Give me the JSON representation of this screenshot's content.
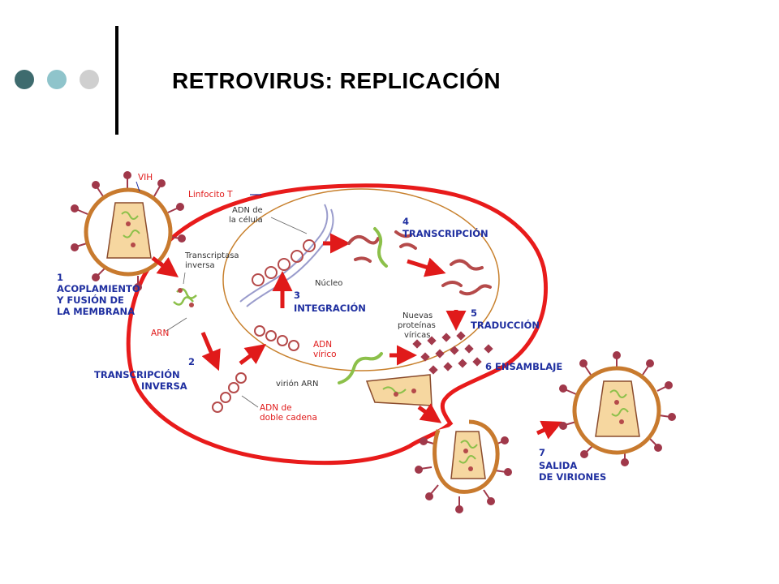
{
  "header": {
    "title": "RETROVIRUS: REPLICACIÓN",
    "dot_colors": [
      "#3e6b6e",
      "#8fc4cb",
      "#cfcfcf"
    ]
  },
  "colors": {
    "cell_membrane": "#e81b1b",
    "nucleus": "#c8812e",
    "virus_envelope": "#c87a2e",
    "virus_spike": "#a0384a",
    "capsid_fill": "#f6d7a0",
    "capsid_stroke": "#8a4b2c",
    "rna": "#8cc04a",
    "dna_host": "#9a9ccc",
    "dna_viral": "#b54a4a",
    "arrow": "#e01a1a",
    "step_label": "#1f2fa0",
    "protein": "#a23a4c"
  },
  "diagram": {
    "labels": {
      "vih": "VIH",
      "linfocito": "Linfocito T",
      "adn_celula_1": "ADN de",
      "adn_celula_2": "la célula",
      "transcriptasa_1": "Transcriptasa",
      "transcriptasa_2": "inversa",
      "nucleo": "Núcleo",
      "arn": "ARN",
      "adn_virico_1": "ADN",
      "adn_virico_2": "vírico",
      "nuevas_1": "Nuevas",
      "nuevas_2": "proteínas",
      "nuevas_3": "víricas",
      "virion_arn": "virión ARN",
      "adn_doble_1": "ADN de",
      "adn_doble_2": "doble cadena"
    },
    "steps": {
      "s1_num": "1",
      "s1_l1": "ACOPLAMIENTO",
      "s1_l2": "Y FUSIÓN DE",
      "s1_l3": "LA MEMBRANA",
      "s2_num": "2",
      "s2_l1": "TRANSCRIPCIÓN",
      "s2_l2": "INVERSA",
      "s3_num": "3",
      "s3_l1": "INTEGRACIÓN",
      "s4_num": "4",
      "s4_l1": "TRANSCRIPCIÓN",
      "s5_num": "5",
      "s5_l1": "TRADUCCIÓN",
      "s6_num": "6",
      "s6_l1": "ENSAMBLAJE",
      "s7_num": "7",
      "s7_l1": "SALIDA",
      "s7_l2": "DE VIRIONES"
    }
  }
}
